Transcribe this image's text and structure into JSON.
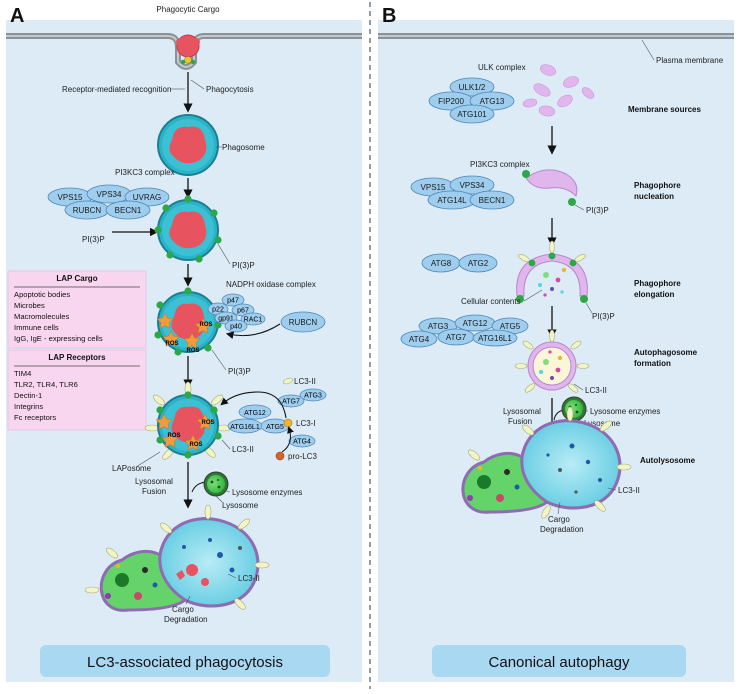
{
  "panels": {
    "a": {
      "letter": "A",
      "title": "LC3-associated phagocytosis",
      "labels": {
        "cargo": "Phagocytic Cargo",
        "recognition": "Receptor-mediated recognition",
        "phagocytosis": "Phagocytosis",
        "phagosome": "Phagosome",
        "pi3kc3": "PI3KC3 complex",
        "pi3p_arrow": "PI(3)P",
        "pi3p_1": "PI(3)P",
        "nadph": "NADPH oxidase complex",
        "pi3p_2": "PI(3)P",
        "lc3ii_1": "LC3-II",
        "lc3i": "LC3-I",
        "lc3ii_2": "LC3-II",
        "pro_lc3": "pro-LC3",
        "laposome": "LAPosome",
        "lys_fusion_1": "Lysosomal",
        "lys_fusion_2": "Fusion",
        "lys_enzymes": "Lysosome enzymes",
        "lysosome": "Lysosome",
        "cargo_deg_1": "Cargo",
        "cargo_deg_2": "Degradation",
        "lc3ii_3": "LC3-II"
      },
      "proteins": {
        "vps15": "VPS15",
        "vps34": "VPS34",
        "uvrag": "UVRAG",
        "rubcn": "RUBCN",
        "becn1": "BECN1",
        "p47": "p47",
        "p22": "p22",
        "p67": "p67",
        "gp91": "gp91",
        "rac1": "RAC1",
        "p40": "p40",
        "rubcn_free": "RUBCN",
        "atg12": "ATG12",
        "atg16l1": "ATG16L1",
        "atg5": "ATG5",
        "atg7": "ATG7",
        "atg3": "ATG3",
        "atg4": "ATG4",
        "ros": "ROS"
      },
      "lap_cargo": {
        "title": "LAP Cargo",
        "items": [
          "Apoptotic bodies",
          "Microbes",
          "Macromolecules",
          "Immune cells",
          "IgG, IgE - expressing cells"
        ]
      },
      "lap_receptors": {
        "title": "LAP Receptors",
        "items": [
          "TIM4",
          "TLR2, TLR4, TLR6",
          "Dectin-1",
          "Integrins",
          "Fc receptors"
        ]
      }
    },
    "b": {
      "letter": "B",
      "title": "Canonical autophagy",
      "labels": {
        "plasma": "Plasma membrane",
        "ulk": "ULK complex",
        "pi3kc3": "PI3KC3 complex",
        "pi3p_1": "PI(3)P",
        "pi3p_2": "PI(3)P",
        "cellular": "Cellular contents",
        "lc3ii_1": "LC3-II",
        "lys_fusion_1": "Lysosomal",
        "lys_fusion_2": "Fusion",
        "lys_enzymes": "Lysosome enzymes",
        "lysosome": "Lysosome",
        "lc3ii_2": "LC3-II",
        "cargo_deg_1": "Cargo",
        "cargo_deg_2": "Degradation"
      },
      "steps": {
        "membrane": "Membrane sources",
        "nucleation_1": "Phagophore",
        "nucleation_2": "nucleation",
        "elongation_1": "Phagophore",
        "elongation_2": "elongation",
        "autophagosome_1": "Autophagosome",
        "autophagosome_2": "formation",
        "autolysosome": "Autolysosome"
      },
      "proteins": {
        "ulk12": "ULK1/2",
        "fip200": "FIP200",
        "atg13": "ATG13",
        "atg101": "ATG101",
        "vps15": "VPS15",
        "vps34": "VPS34",
        "atg14l": "ATG14L",
        "becn1": "BECN1",
        "atg8": "ATG8",
        "atg2": "ATG2",
        "atg3": "ATG3",
        "atg12": "ATG12",
        "atg5": "ATG5",
        "atg4": "ATG4",
        "atg7": "ATG7",
        "atg16l1": "ATG16L1"
      }
    }
  },
  "colors": {
    "background": "#dcebf6",
    "protein": "#9fcdee",
    "protein_stroke": "#4a86b8",
    "phagosome": "#29b3c8",
    "cargo": "#e7545f",
    "pi3p": "#2aa84a",
    "lap_box": "#f8d6ef",
    "title_box": "#a9d8f2",
    "lysosome": "#44c24a",
    "ros_star": "#f29a3c"
  }
}
